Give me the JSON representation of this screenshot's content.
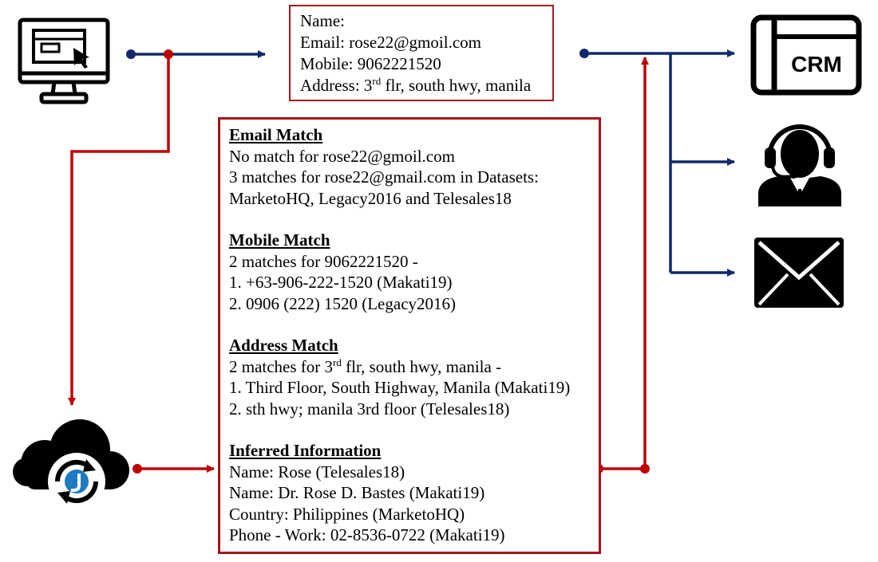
{
  "colors": {
    "record_border": "#a3151b",
    "red_flow": "#c00000",
    "blue_flow": "#0f2a6b",
    "icon": "#000000"
  },
  "input_record": {
    "name_line": "Name:",
    "email_line": "Email: rose22@gmoil.com",
    "mobile_line": "Mobile: 9062221520",
    "address_prefix": "Address: 3",
    "address_sup": "rd",
    "address_suffix": " flr, south hwy, manila"
  },
  "matches": {
    "email": {
      "heading": "Email Match",
      "lines": [
        "No match for rose22@gmoil.com",
        "3 matches for rose22@gmail.com in Datasets:",
        "MarketoHQ, Legacy2016 and Telesales18"
      ]
    },
    "mobile": {
      "heading": "Mobile Match",
      "lines": [
        "2 matches for 9062221520 -",
        "1. +63-906-222-1520 (Makati19)",
        "2. 0906 (222) 1520 (Legacy2016)"
      ]
    },
    "address": {
      "heading": "Address Match",
      "summary_prefix": "2 matches for 3",
      "summary_sup": "rd",
      "summary_suffix": " flr, south hwy, manila -",
      "lines": [
        "1. Third Floor, South Highway, Manila (Makati19)",
        "2. sth hwy; manila 3rd floor (Telesales18)"
      ]
    },
    "inferred": {
      "heading": "Inferred Information",
      "lines": [
        "Name: Rose (Telesales18)",
        "Name: Dr. Rose D. Bastes (Makati19)",
        "Country: Philippines (MarketoHQ)",
        "Phone - Work: 02-8536-0722 (Makati19)"
      ]
    }
  },
  "icons": {
    "source": "computer-monitor-icon",
    "engine": "cloud-sync-icon",
    "crm": "crm-window-icon",
    "crm_label": "CRM",
    "agent": "call-center-agent-icon",
    "email": "envelope-icon"
  }
}
